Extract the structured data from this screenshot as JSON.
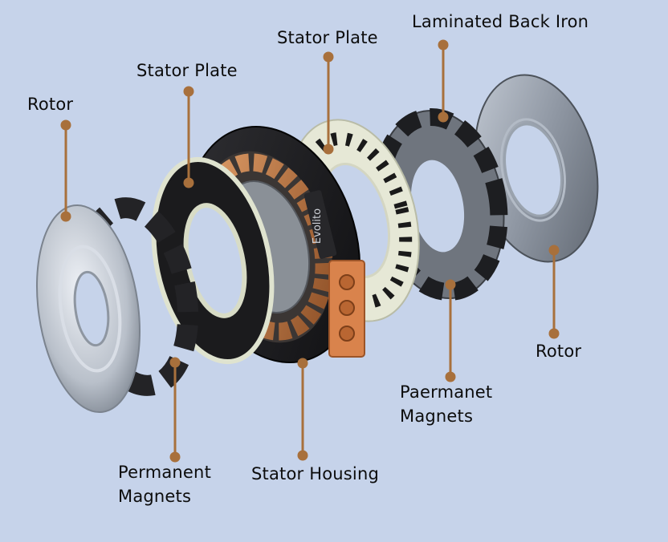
{
  "colors": {
    "background": "#c6d3ea",
    "leader": "#a8703c",
    "label_text": "#0c0c0c",
    "copper": "#c07a44",
    "plate_black": "#1b1b1d",
    "stator_ring_cream": "#e6e8d6",
    "connector_orange": "#d9834c",
    "rotor_metal": "#b8bec8"
  },
  "labels": {
    "rotor_left": "Rotor",
    "stator_plate_left": "Stator Plate",
    "stator_plate_center": "Stator Plate",
    "laminated_back_iron": "Laminated Back Iron",
    "rotor_right": "Rotor",
    "paermanet_magnets": [
      "Paermanet",
      "Magnets"
    ],
    "permanent_magnets": [
      "Permanent",
      "Magnets"
    ],
    "stator_housing": "Stator Housing"
  },
  "branding": {
    "housing_logo": "Evolito"
  }
}
